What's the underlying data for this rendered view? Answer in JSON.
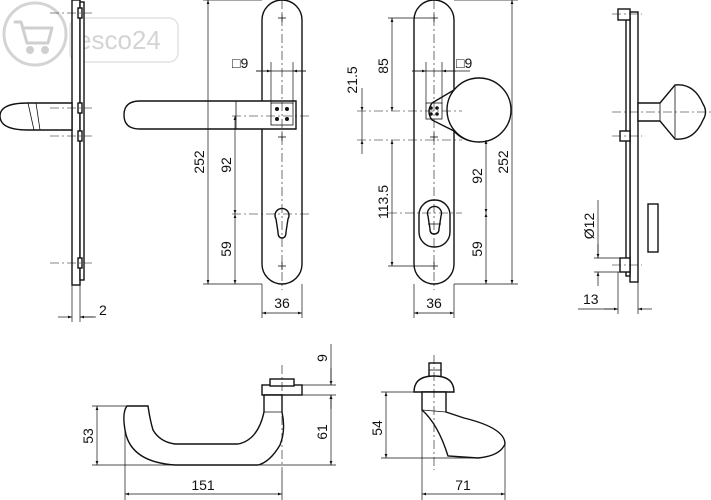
{
  "watermark": {
    "text": "esco24",
    "icon": "cart-icon"
  },
  "views": {
    "side_lever": {
      "dim_thickness": "2"
    },
    "front_lever": {
      "dim_square": "□9",
      "dim_total": "252",
      "dim_handle_to_cyl": "92",
      "dim_cyl_to_bottom": "59",
      "dim_width": "36"
    },
    "front_knob": {
      "dim_top": "21.5",
      "dim_to_knob": "85",
      "dim_square": "□9",
      "dim_to_cyl": "113.5",
      "dim_knob_to_cyl": "92",
      "dim_cyl_to_bottom": "59",
      "dim_total": "252",
      "dim_width": "36"
    },
    "side_knob": {
      "dim_diameter": "Ø12",
      "dim_projection": "13"
    },
    "lever_top": {
      "dim_height": "53",
      "dim_rose_height": "9",
      "dim_height_total": "61",
      "dim_length": "151"
    },
    "knob_top": {
      "dim_height": "54",
      "dim_length": "71"
    }
  },
  "colors": {
    "line": "#111111",
    "watermark": "#d4d4d4"
  }
}
